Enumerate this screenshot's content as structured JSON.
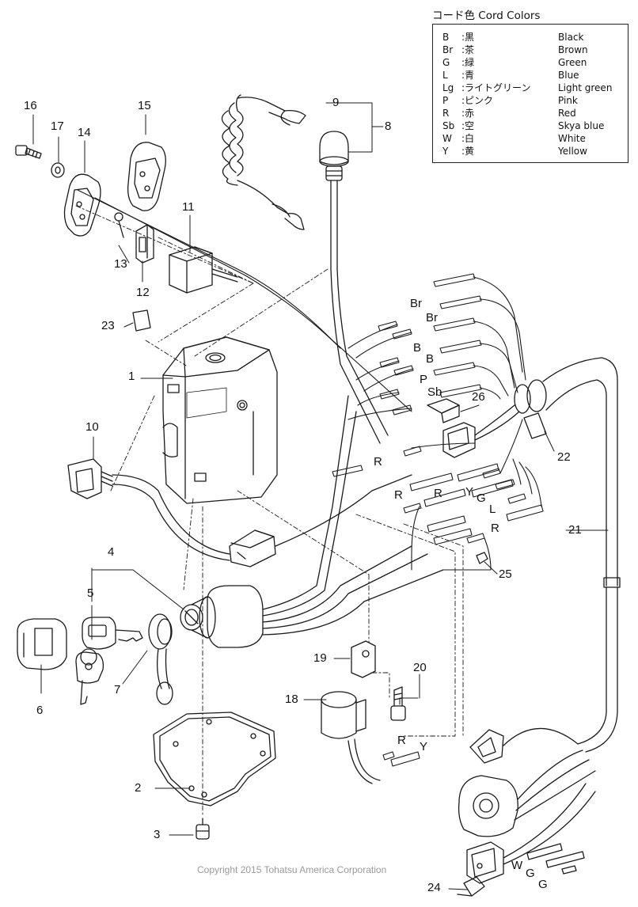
{
  "legend": {
    "title": "コード色 Cord Colors",
    "rows": [
      {
        "code": "B",
        "jp": ":黒",
        "en": "Black"
      },
      {
        "code": "Br",
        "jp": ":茶",
        "en": "Brown"
      },
      {
        "code": "G",
        "jp": ":緑",
        "en": "Green"
      },
      {
        "code": "L",
        "jp": ":青",
        "en": "Blue"
      },
      {
        "code": "Lg",
        "jp": ":ライトグリーン",
        "en": "Light green"
      },
      {
        "code": "P",
        "jp": ":ピンク",
        "en": "Pink"
      },
      {
        "code": "R",
        "jp": ":赤",
        "en": "Red"
      },
      {
        "code": "Sb",
        "jp": ":空",
        "en": "Skya blue"
      },
      {
        "code": "W",
        "jp": ":白",
        "en": "White"
      },
      {
        "code": "Y",
        "jp": ":黄",
        "en": "Yellow"
      }
    ]
  },
  "callouts": [
    "1",
    "2",
    "3",
    "4",
    "5",
    "6",
    "7",
    "8",
    "9",
    "10",
    "11",
    "12",
    "13",
    "14",
    "15",
    "16",
    "17",
    "18",
    "19",
    "20",
    "21",
    "22",
    "23",
    "24",
    "25",
    "26"
  ],
  "wire_labels": [
    "Br",
    "Br",
    "B",
    "B",
    "P",
    "Sb",
    "R",
    "R",
    "R",
    "Y",
    "G",
    "L",
    "R",
    "R",
    "Y",
    "W",
    "G",
    "G"
  ],
  "copyright": "Copyright 2015 Tohatsu America Corporation"
}
